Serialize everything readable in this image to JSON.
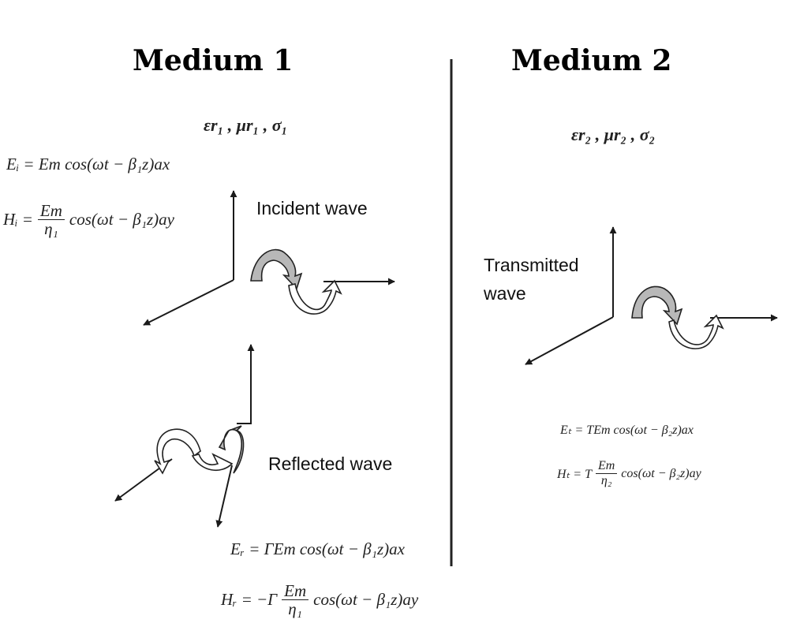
{
  "medium1": {
    "title": "Medium 1",
    "params": "εr₁ , μr₁ , σ₁"
  },
  "medium2": {
    "title": "Medium 2",
    "params": "εr₂ , μr₂ , σ₂"
  },
  "labels": {
    "incident": "Incident wave",
    "reflected": "Reflected wave",
    "transmitted": "Transmitted wave"
  },
  "equations": {
    "Ei": {
      "lhs": "Eᵢ =",
      "rhs": "Em cos(ωt − β₁z)ax"
    },
    "Hi": {
      "lhs": "Hᵢ =",
      "num": "Em",
      "den": "η₁",
      "rhs": "cos(ωt − β₁z)ay"
    },
    "Er": {
      "lhs": "Eᵣ =",
      "rhs": "ΓEm cos(ωt − β₁z)ax"
    },
    "Hr": {
      "lhs": "Hᵣ = −Γ",
      "num": "Em",
      "den": "η₁",
      "rhs": "cos(ωt − β₁z)ay"
    },
    "Et": {
      "lhs": "Eₜ =",
      "rhs": "TEm cos(ωt − β₂z)ax"
    },
    "Ht": {
      "lhs": "Hₜ = T",
      "num": "Em",
      "den": "η₂",
      "rhs": "cos(ωt − β₂z)ay"
    }
  },
  "colors": {
    "line": "#1a1a1a",
    "wave_fill": "#b8b8b8",
    "boundary": "#222222"
  }
}
